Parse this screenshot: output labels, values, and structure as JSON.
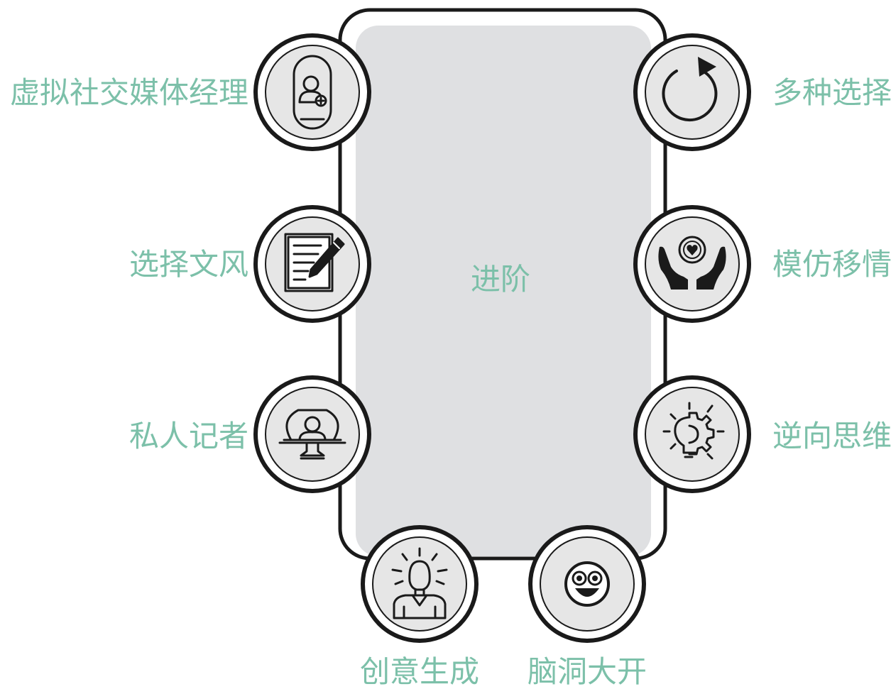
{
  "center_label": "进阶",
  "colors": {
    "label": "#7cc0a9",
    "outline": "#1a1a1a",
    "panel_fill": "#dfe0e2",
    "circle_fill": "#e6e6e6"
  },
  "items": [
    {
      "label": "虚拟社交媒体经理",
      "icon": "person-add-icon"
    },
    {
      "label": "选择文风",
      "icon": "document-pencil-icon"
    },
    {
      "label": "私人记者",
      "icon": "person-screen-icon"
    },
    {
      "label": "多种选择",
      "icon": "refresh-icon"
    },
    {
      "label": "模仿移情",
      "icon": "hands-heart-icon"
    },
    {
      "label": "逆向思维",
      "icon": "lightbulb-gear-icon"
    },
    {
      "label": "创意生成",
      "icon": "person-idea-icon"
    },
    {
      "label": "脑洞大开",
      "icon": "smiley-icon"
    }
  ]
}
